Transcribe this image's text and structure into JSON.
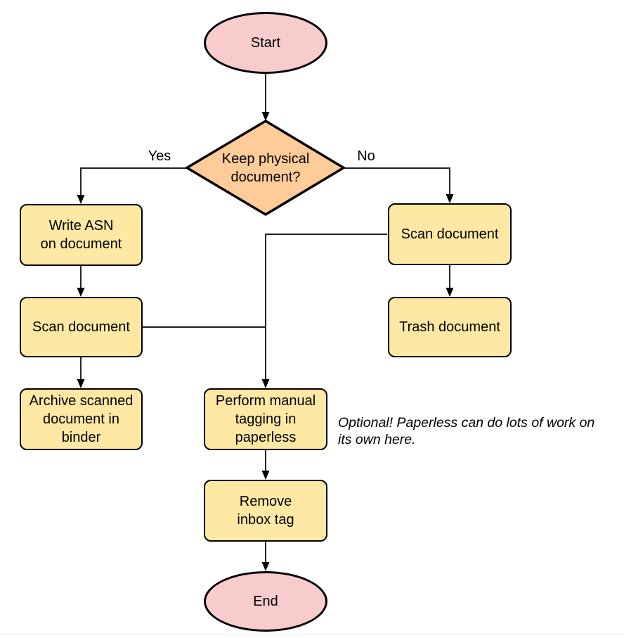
{
  "colors": {
    "terminal_fill": "#F8CCCC",
    "decision_fill": "#FFCC99",
    "process_fill": "#FFE8A3",
    "line": "#000000"
  },
  "nodes": {
    "start": {
      "type": "terminal",
      "lines": [
        "Start"
      ]
    },
    "decision": {
      "type": "decision",
      "lines": [
        "Keep physical",
        "document?"
      ]
    },
    "write_asn": {
      "type": "process",
      "lines": [
        "Write ASN",
        "on document"
      ]
    },
    "scan_left": {
      "type": "process",
      "lines": [
        "Scan document"
      ]
    },
    "archive": {
      "type": "process",
      "lines": [
        "Archive scanned",
        "document in",
        "binder"
      ]
    },
    "scan_right": {
      "type": "process",
      "lines": [
        "Scan document"
      ]
    },
    "trash": {
      "type": "process",
      "lines": [
        "Trash document"
      ]
    },
    "perform": {
      "type": "process",
      "lines": [
        "Perform manual",
        "tagging in",
        "paperless"
      ]
    },
    "remove": {
      "type": "process",
      "lines": [
        "Remove",
        "inbox tag"
      ]
    },
    "end": {
      "type": "terminal",
      "lines": [
        "End"
      ]
    }
  },
  "edge_labels": {
    "yes": "Yes",
    "no": "No"
  },
  "annotation": {
    "lines": [
      "Optional! Paperless can do lots of work on",
      "its own here."
    ]
  }
}
